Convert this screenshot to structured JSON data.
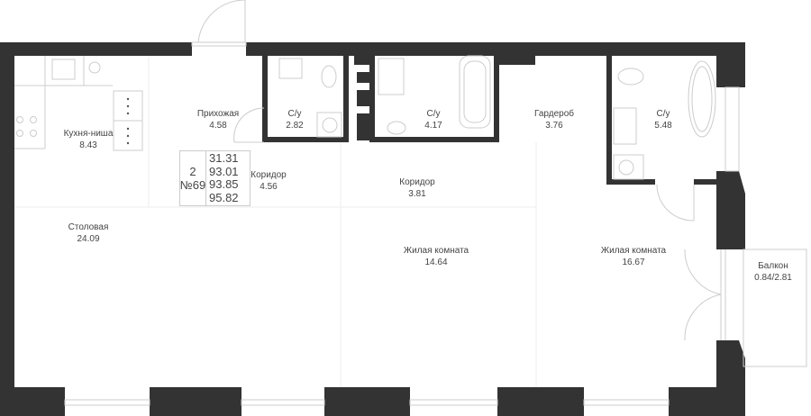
{
  "apartment": {
    "rooms_count": "2",
    "number": "№69",
    "areas": [
      "31.31",
      "93.01",
      "93.85",
      "95.82"
    ]
  },
  "rooms": [
    {
      "name": "Кухня-ниша",
      "area": "8.43"
    },
    {
      "name": "Прихожая",
      "area": "4.58"
    },
    {
      "name": "С/у",
      "area": "2.82"
    },
    {
      "name": "С/у",
      "area": "4.17"
    },
    {
      "name": "Гардероб",
      "area": "3.76"
    },
    {
      "name": "С/у",
      "area": "5.48"
    },
    {
      "name": "Коридор",
      "area": "4.56"
    },
    {
      "name": "Коридор",
      "area": "3.81"
    },
    {
      "name": "Столовая",
      "area": "24.09"
    },
    {
      "name": "Жилая комната",
      "area": "14.64"
    },
    {
      "name": "Жилая комната",
      "area": "16.67"
    },
    {
      "name": "Балкон",
      "area": "0.84/2.81"
    }
  ],
  "colors": {
    "wall": "#333333",
    "line": "#cccccc",
    "text": "#444444"
  }
}
